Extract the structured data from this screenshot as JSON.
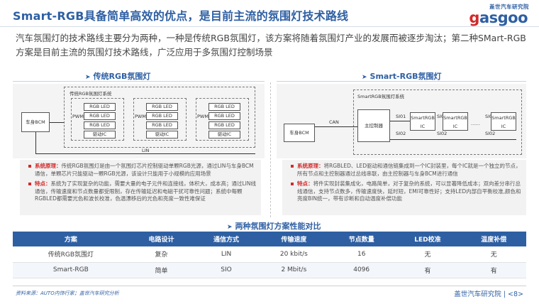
{
  "header": {
    "title": "Smart-RGB具备简单高效的优点，是目前主流的氛围灯技术路线",
    "logo_top": "盖世汽车研究院",
    "logo_word_accent": "g",
    "logo_word_rest": "asgoo"
  },
  "intro": "汽车氛围灯的技术路线主要分为两种，一种是传统RGB氛围灯，该方案将随着氛围灯产业的发展而被逐步淘汰；第二种SMart-RGB方案是目前主流的氛围灯技术路线，广泛应用于多氛围灯控制场景",
  "left_section": {
    "heading": "传统RGB氛围灯",
    "diagram": {
      "system_label": "传统RGB氛围灯系统",
      "bcm": "车身BCM",
      "rgb_led": "RGB LED",
      "pwm": "PWM",
      "driver_ic": "驱动IC",
      "lin": "LIN"
    },
    "notes": [
      {
        "keyword": "系统原理：",
        "text": "传统RGB氛围灯是由一个氛围灯芯片控制驱动单颗RGB光源，通过LIN与车身BCM通信，单颗芯片只能驱动一颗RGB光源，该设计只能用于小规模的应用场景"
      },
      {
        "keyword": "特点：",
        "text": "系统为了实现复杂的功能，需要大量的电子元件和连接线，体积大，成本高；通过LIN线通信，传输速度和节点数量都受限制，存在传输延迟和电磁干扰可靠性问题；系统中每颗RGBLED都需要光色和波长校准，色温漂移后的光色和亮度一致性难保证"
      }
    ]
  },
  "right_section": {
    "heading": "Smart-RGB氛围灯",
    "diagram": {
      "system_label": "SmartRGB氛围灯系统",
      "bcm": "车身BCM",
      "can": "CAN",
      "controller": "主控制器",
      "si01": "SI01",
      "si02": "SI02",
      "smart_ic": "SmartRGB IC",
      "dots": "……"
    },
    "notes": [
      {
        "keyword": "系统原理：",
        "text": "将RGBLED、LED驱动和通信链集成到一个IC封装里，每个IC就是一个独立的节点，所有节点和主控制器通过总线串联，由主控制器与车身BCM进行通信"
      },
      {
        "keyword": "特点：",
        "text": "将件实现封装集成化，电路简单，对于复杂的系统，可以显著降低成本；双向差分串行总线通信，支持节点数多，传输速度快，延时短，EMI可靠性好；支持LED内部自平衡校准,颜色和亮度BIN统一，带有诊断和自动温度补偿功能"
      }
    ]
  },
  "table": {
    "title": "两种氛围灯方案性能对比",
    "headers": [
      "方案",
      "电路设计",
      "通信方式",
      "传输速度",
      "节点数量",
      "LED校准",
      "温度补偿"
    ],
    "rows": [
      [
        "传统RGB氛围灯",
        "复杂",
        "LIN",
        "20 kbit/s",
        "16",
        "无",
        "无"
      ],
      [
        "Smart-RGB",
        "简单",
        "SIO",
        "2 Mbit/s",
        "4096",
        "有",
        "有"
      ]
    ]
  },
  "footer": {
    "source": "资料来源：AUTO内饰行家；盖世汽车研究分析",
    "brand": "盖世汽车研究院 | <8>"
  },
  "colors": {
    "brand_blue": "#2e5fa3",
    "accent_red": "#d12b2b"
  }
}
